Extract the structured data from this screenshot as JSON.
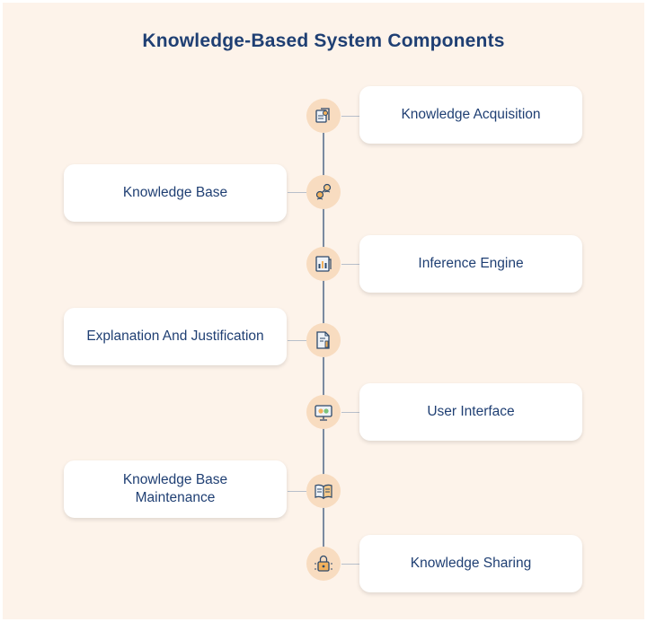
{
  "title": "Knowledge-Based System Components",
  "colors": {
    "title": "#1f3f73",
    "card_text": "#1f3f73",
    "background": "#fdf3ea",
    "node_fill": "#f8dcc0",
    "spine": "#7a8aa0"
  },
  "items": [
    {
      "label": "Knowledge Acquisition",
      "side": "right",
      "icon": "brain-document-icon"
    },
    {
      "label": "Knowledge Base",
      "side": "left",
      "icon": "connected-ideas-icon"
    },
    {
      "label": "Inference Engine",
      "side": "right",
      "icon": "analysis-report-icon"
    },
    {
      "label": "Explanation And Justification",
      "side": "left",
      "icon": "document-pen-icon"
    },
    {
      "label": "User Interface",
      "side": "right",
      "icon": "monitor-icon"
    },
    {
      "label": "Knowledge Base Maintenance",
      "side": "left",
      "icon": "open-book-icon"
    },
    {
      "label": "Knowledge Sharing",
      "side": "right",
      "icon": "shared-lock-icon"
    }
  ]
}
